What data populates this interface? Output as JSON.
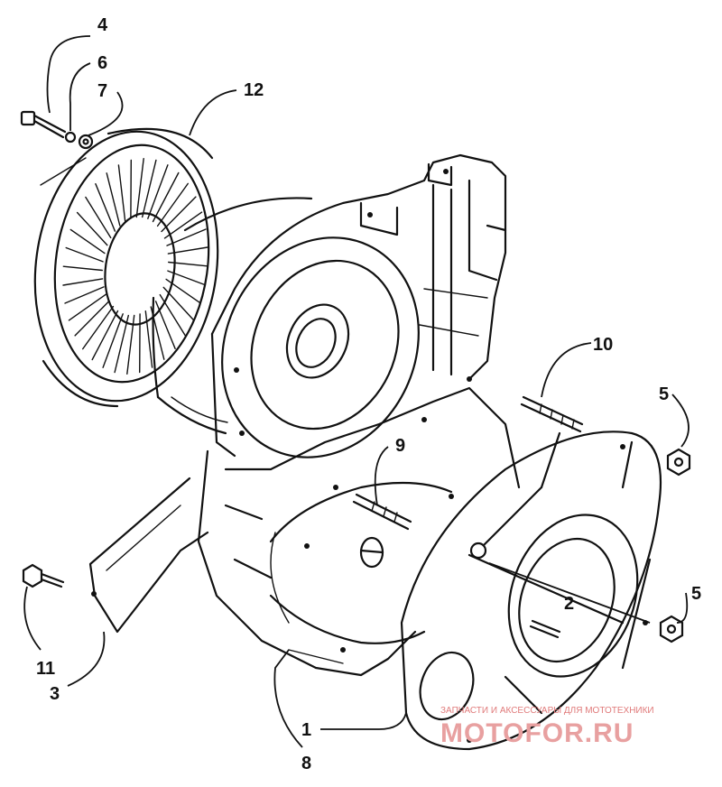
{
  "callouts": {
    "c1": "1",
    "c2": "2",
    "c3": "3",
    "c4": "4",
    "c5a": "5",
    "c5b": "5",
    "c6": "6",
    "c7": "7",
    "c8": "8",
    "c9": "9",
    "c10": "10",
    "c11": "11",
    "c12": "12"
  },
  "watermark": {
    "tagline": "ЗАПЧАСТИ И АКСЕССУАРЫ ДЛЯ МОТОТЕХНИКИ",
    "brand": "MOTOFOR.RU"
  },
  "colors": {
    "line": "#111111",
    "watermark": "#e07a7a"
  }
}
